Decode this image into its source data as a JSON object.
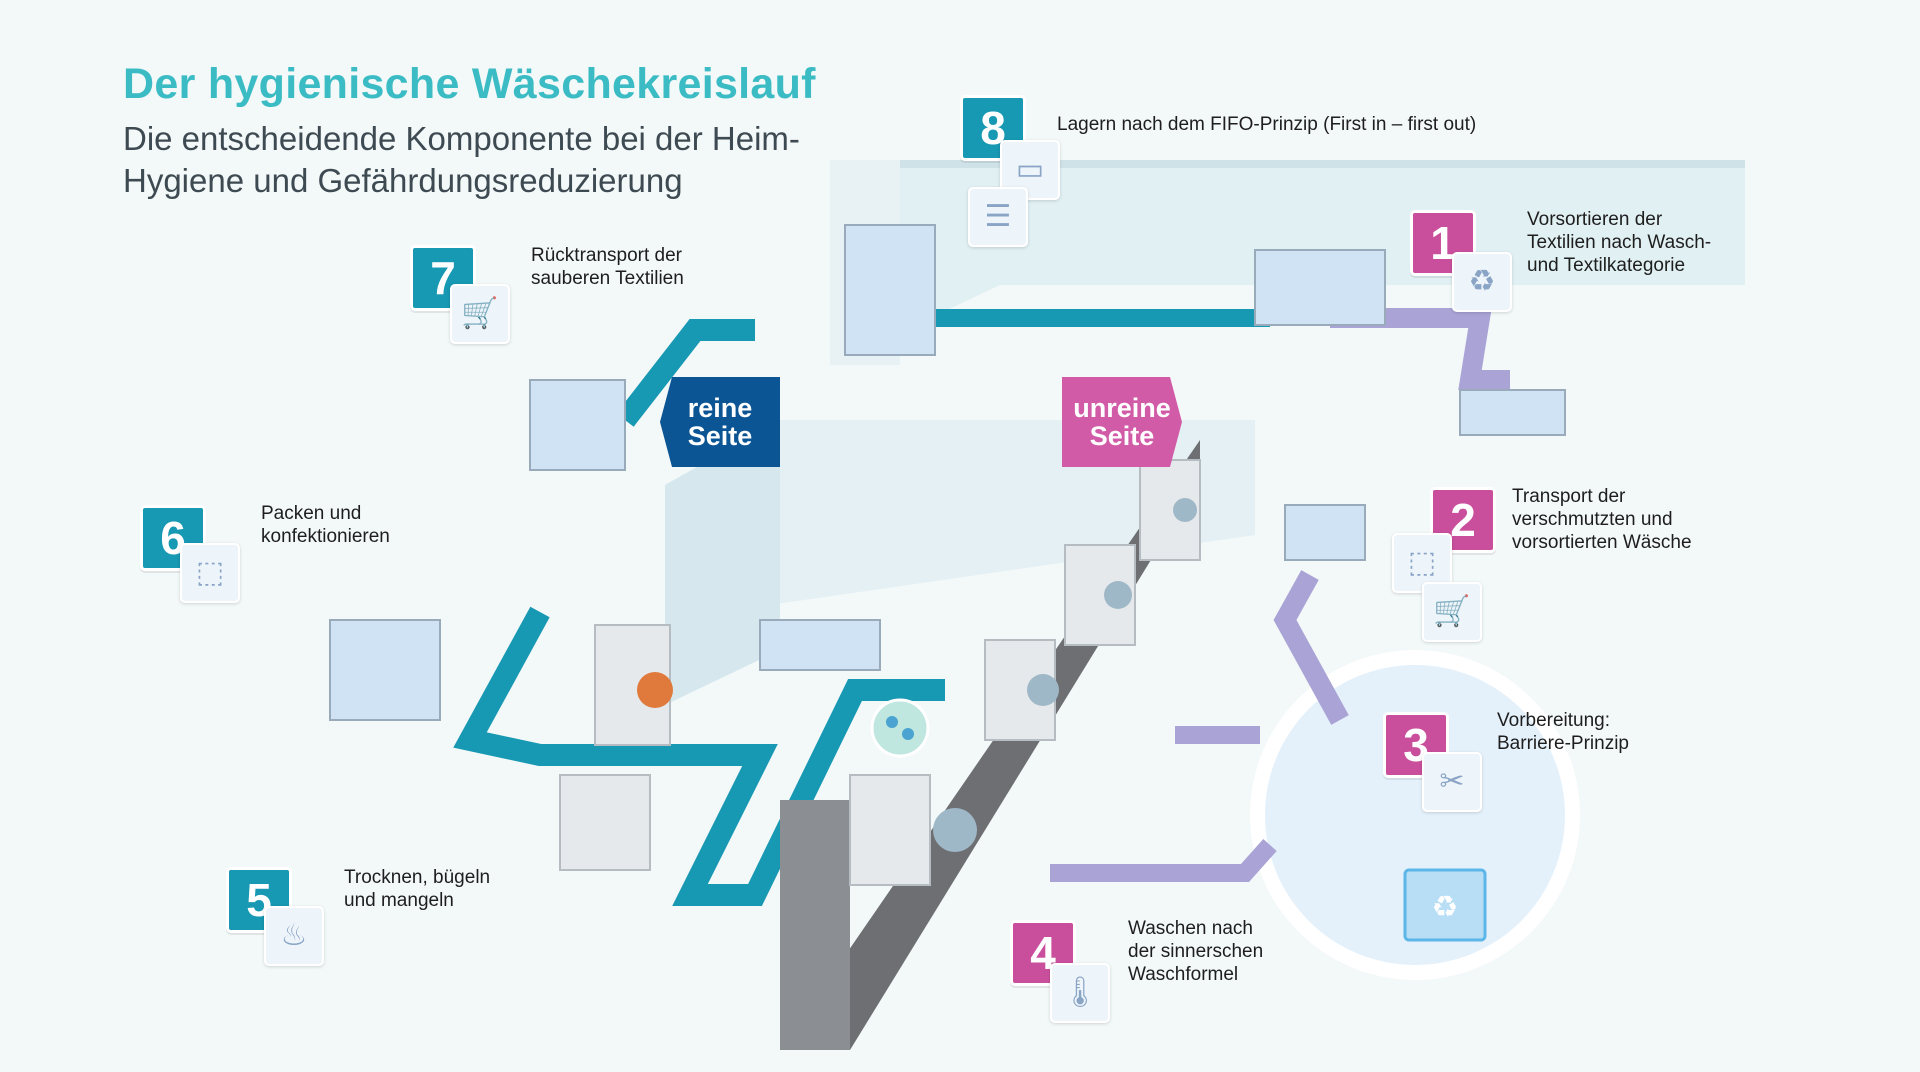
{
  "title": "Der hygienische Wäschekreislauf",
  "subtitle": "Die entscheidende Komponente bei der Heim-Hygiene und Gefährdungsreduzierung",
  "colors": {
    "teal": "#1798b3",
    "pink": "#c94f9c",
    "navy": "#0c5595",
    "lilac": "#aaa4d6",
    "title": "#3bbcc4"
  },
  "signs": {
    "clean": [
      "reine",
      "Seite"
    ],
    "dirty": [
      "unreine",
      "Seite"
    ]
  },
  "steps": [
    {
      "num": "1",
      "lines": [
        "Vorsortieren der",
        "Textilien nach Wasch-",
        "und Textilkategorie"
      ],
      "icons": [
        "recycle-icon"
      ]
    },
    {
      "num": "2",
      "lines": [
        "Transport der",
        "verschmutzten und",
        "vorsortierten Wäsche"
      ],
      "icons": [
        "box-icon",
        "cart-icon"
      ]
    },
    {
      "num": "3",
      "lines": [
        "Vorbereitung:",
        "Barriere-Prinzip"
      ],
      "icons": [
        "scissors-tools-icon"
      ]
    },
    {
      "num": "4",
      "lines": [
        "Waschen nach",
        "der sinnerschen",
        "Waschformel"
      ],
      "icons": [
        "thermometer-clock-icon"
      ]
    },
    {
      "num": "5",
      "lines": [
        "Trocknen, bügeln",
        "und mangeln"
      ],
      "icons": [
        "heat-waves-icon"
      ]
    },
    {
      "num": "6",
      "lines": [
        "Packen und",
        "konfektionieren"
      ],
      "icons": [
        "box-icon"
      ]
    },
    {
      "num": "7",
      "lines": [
        "Rücktransport der",
        "sauberen Textilien"
      ],
      "icons": [
        "cart-icon"
      ]
    },
    {
      "num": "8",
      "lines": [
        "Lagern nach dem FIFO-Prinzip (First in – first out)"
      ],
      "icons": [
        "shelf-icon",
        "list-icon"
      ]
    }
  ]
}
